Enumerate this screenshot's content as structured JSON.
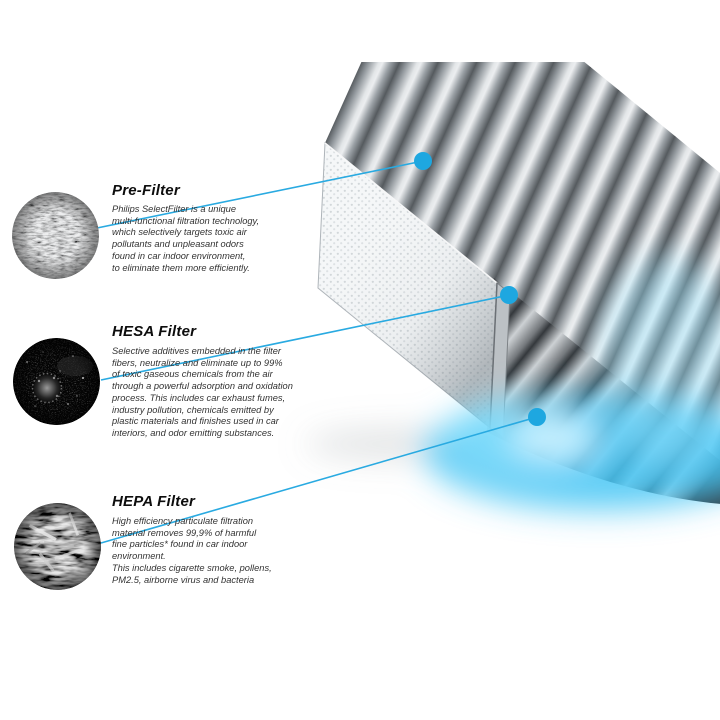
{
  "page": {
    "background": "#ffffff"
  },
  "colors": {
    "accent": "#29aae1",
    "glow": "#4fc8f2",
    "title_text": "#0d0d0d",
    "body_text": "#333333"
  },
  "illustration": {
    "name": "pleated-cabin-air-filter",
    "callouts": [
      "pre-filter-layer-dot",
      "hesa-filter-layer-dot",
      "hepa-filter-layer-dot"
    ]
  },
  "sections": [
    {
      "id": "pre-filter",
      "title": "Pre-Filter",
      "description": "Philips SelectFilter is a unique\nmulti-functional filtration technology,\nwhich selectively targets toxic air\npollutants and unpleasant odors\nfound in car indoor environment,\nto eliminate them more efficiently.",
      "micrograph": "fiber-mesh-micrograph"
    },
    {
      "id": "hesa-filter",
      "title": "HESA Filter",
      "description": "Selective additives embedded in the filter\nfibers, neutralize and eliminate up to 99%\nof toxic gaseous chemicals from the air\nthrough a powerful adsorption and oxidation\nprocess. This includes car exhaust fumes,\nindustry pollution, chemicals emitted by\nplastic materials and finishes used in car\ninteriors, and odor emitting substances.",
      "micrograph": "carbon-particle-micrograph"
    },
    {
      "id": "hepa-filter",
      "title": "HEPA Filter",
      "description": "High efficiency particulate filtration\nmaterial removes 99,9% of harmful\nfine particles* found in car indoor\nenvironment.\nThis includes cigarette smoke, pollens,\nPM2.5, airborne virus and bacteria",
      "micrograph": "hepa-fiber-micrograph"
    }
  ]
}
